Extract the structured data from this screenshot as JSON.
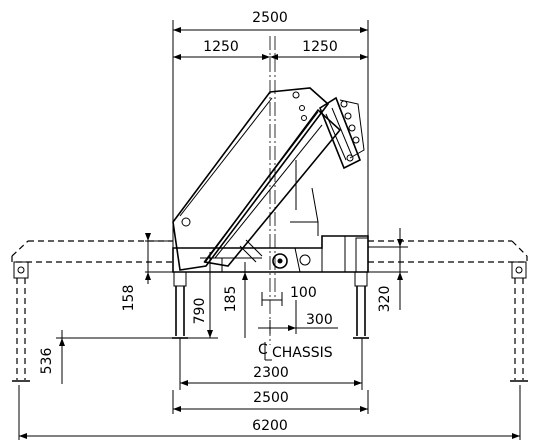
{
  "dimensions": {
    "top_total": "2500",
    "top_left_half": "1250",
    "top_right_half": "1250",
    "h158": "158",
    "h790": "790",
    "h185": "185",
    "h100": "100",
    "h300": "300",
    "h320": "320",
    "h536": "536",
    "chassis_label": "CHASSIS",
    "w2300": "2300",
    "w2500": "2500",
    "w6200": "6200"
  },
  "icons": {
    "centerline": "centerline-symbol"
  }
}
